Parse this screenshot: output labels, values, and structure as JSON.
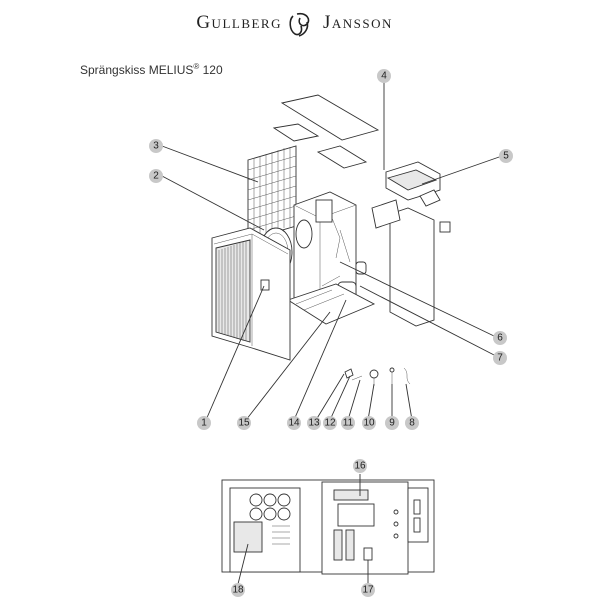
{
  "brand": {
    "left": "Gullberg",
    "right": "Jansson"
  },
  "title": {
    "text": "Sprängskiss MELIUS",
    "reg": "®",
    "model": "120"
  },
  "callouts": [
    {
      "n": "1"
    },
    {
      "n": "2"
    },
    {
      "n": "3"
    },
    {
      "n": "4"
    },
    {
      "n": "5"
    },
    {
      "n": "6"
    },
    {
      "n": "7"
    },
    {
      "n": "8"
    },
    {
      "n": "9"
    },
    {
      "n": "10"
    },
    {
      "n": "11"
    },
    {
      "n": "12"
    },
    {
      "n": "13"
    },
    {
      "n": "14"
    },
    {
      "n": "15"
    },
    {
      "n": "16"
    },
    {
      "n": "17"
    },
    {
      "n": "18"
    }
  ]
}
